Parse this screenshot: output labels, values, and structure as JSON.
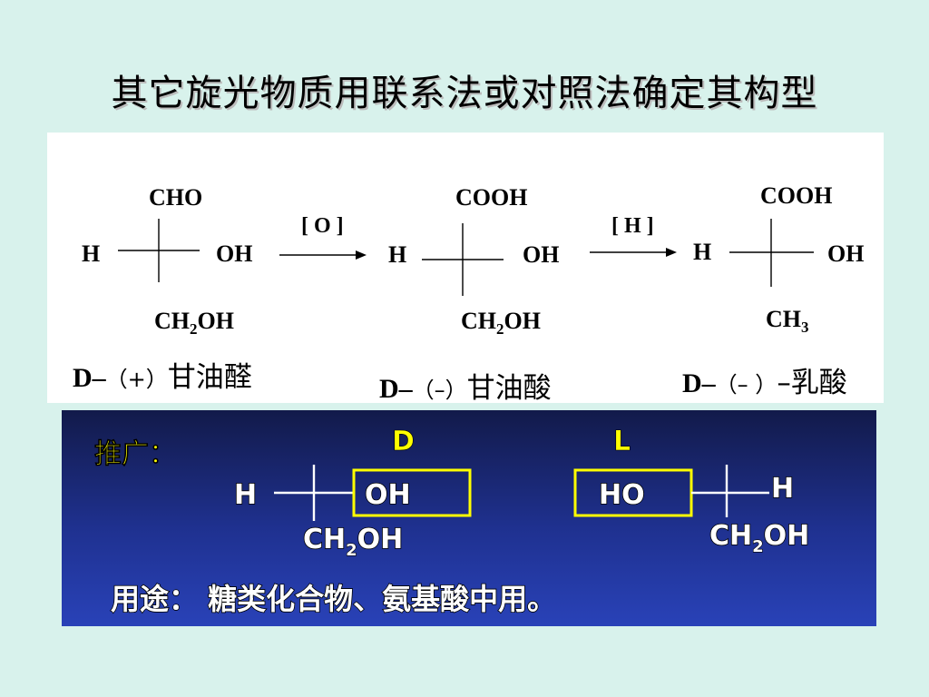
{
  "title": "其它旋光物质用联系法或对照法确定其构型",
  "reaction": {
    "arrows": [
      {
        "label": "[ O ]"
      },
      {
        "label": "[ H ]"
      }
    ],
    "molecules": [
      {
        "top": "CHO",
        "left": "H",
        "right": "OH",
        "bottom_main": "CH",
        "bottom_sub": "2",
        "bottom_tail": "OH",
        "name_prefix": "D–",
        "name_sign": "（+）",
        "name_text": "甘油醛"
      },
      {
        "top": "COOH",
        "left": "H",
        "right": "OH",
        "bottom_main": "CH",
        "bottom_sub": "2",
        "bottom_tail": "OH",
        "name_prefix": "D–",
        "name_sign": "（–）",
        "name_text": "甘油酸"
      },
      {
        "top": "COOH",
        "left": "H",
        "right": "OH",
        "bottom_main": "CH",
        "bottom_sub": "3",
        "bottom_tail": "",
        "name_prefix": "D–",
        "name_sign": "（– ）",
        "name_text": "–乳酸"
      }
    ]
  },
  "generalization": {
    "label": "推广：",
    "d_config": {
      "letter": "D",
      "left": "H",
      "boxed": "OH",
      "bottom_main": "CH",
      "bottom_sub": "2",
      "bottom_tail": "OH"
    },
    "l_config": {
      "letter": "L",
      "boxed": "HO",
      "right": "H",
      "bottom_main": "CH",
      "bottom_sub": "2",
      "bottom_tail": "OH"
    },
    "usage": "用途：  糖类化合物、氨基酸中用。"
  },
  "colors": {
    "background": "#d8f2ec",
    "highlight": "#ffff00",
    "panel_blue": "#1f3190"
  }
}
